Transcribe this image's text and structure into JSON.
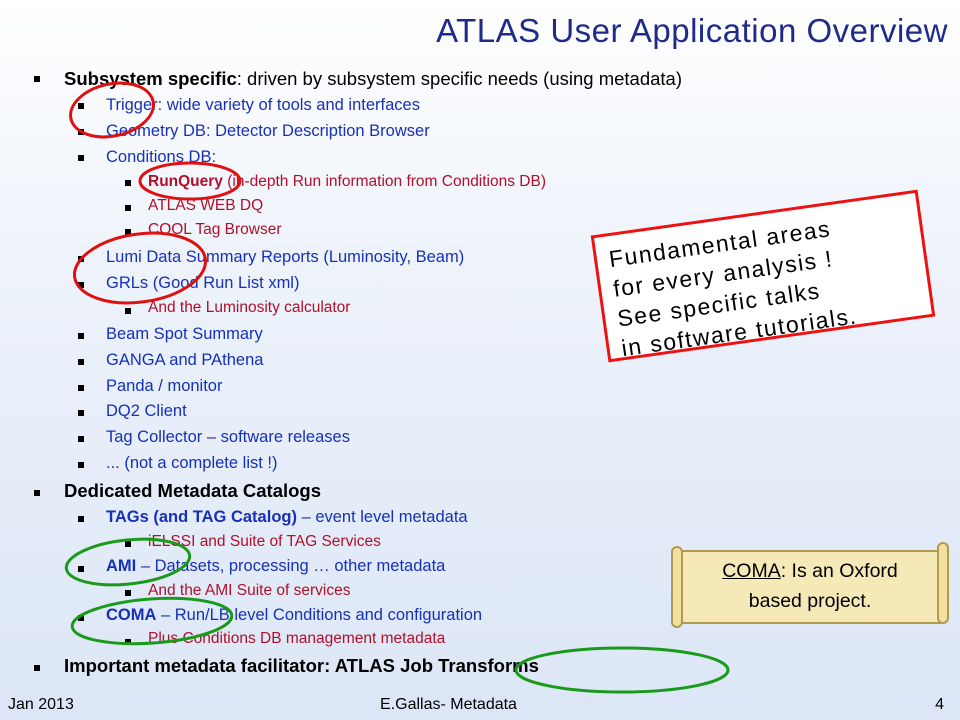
{
  "title": "ATLAS User Application Overview",
  "items": {
    "subsystem": {
      "bold": "Subsystem specific",
      "rest": ": driven by subsystem specific needs (using metadata)"
    },
    "trigger": "Trigger: wide variety of tools and interfaces",
    "geometry": "Geometry DB: Detector Description Browser",
    "conditions": "Conditions DB:",
    "runquery": {
      "bold": "RunQuery",
      "rest": " (in-depth Run information from Conditions  DB)"
    },
    "webdq": "ATLAS WEB DQ",
    "cool": "COOL Tag Browser",
    "lumi": "Lumi Data Summary Reports (Luminosity, Beam)",
    "grls": "GRLs (Good Run List xml)",
    "lumicalc": "And the Luminosity calculator",
    "beamspot": "Beam Spot Summary",
    "ganga": "GANGA and PAthena",
    "panda": "Panda / monitor",
    "dq2": "DQ2 Client",
    "tagcollector": "Tag Collector – software releases",
    "notcomplete": "... (not a complete list !)",
    "catalogs": "Dedicated Metadata Catalogs",
    "tags": {
      "bold": "TAGs (and TAG Catalog)",
      "rest": " – event level metadata"
    },
    "ielssi": "iELSSI and Suite of TAG Services",
    "ami": {
      "bold": "AMI",
      "rest": "  –   Datasets, processing … other metadata"
    },
    "amisuite": "And the AMI Suite of services",
    "coma": {
      "bold": "COMA",
      "rest": " – Run/LB level Conditions and configuration"
    },
    "comaplus": "Plus Conditions DB management metadata",
    "important": "Important metadata facilitator: ATLAS Job Transforms"
  },
  "callout": {
    "lines": [
      "Fundamental areas",
      "for every analysis !",
      "See specific talks",
      "in software tutorials."
    ]
  },
  "scroll_note": {
    "bold": "COMA",
    "rest": ": Is an Oxford",
    "line2": "based project."
  },
  "footer": {
    "date": "Jan  2013",
    "author": "E.Gallas- Metadata",
    "page": "4"
  },
  "colors": {
    "title": "#1f2a8a",
    "level1": "#1630b8",
    "level2": "#b0102a",
    "ellipse_red": "#e01010",
    "ellipse_green": "#1a9a1a",
    "callout_border": "#ee1111",
    "scroll_fill": "#f6e9b8"
  }
}
